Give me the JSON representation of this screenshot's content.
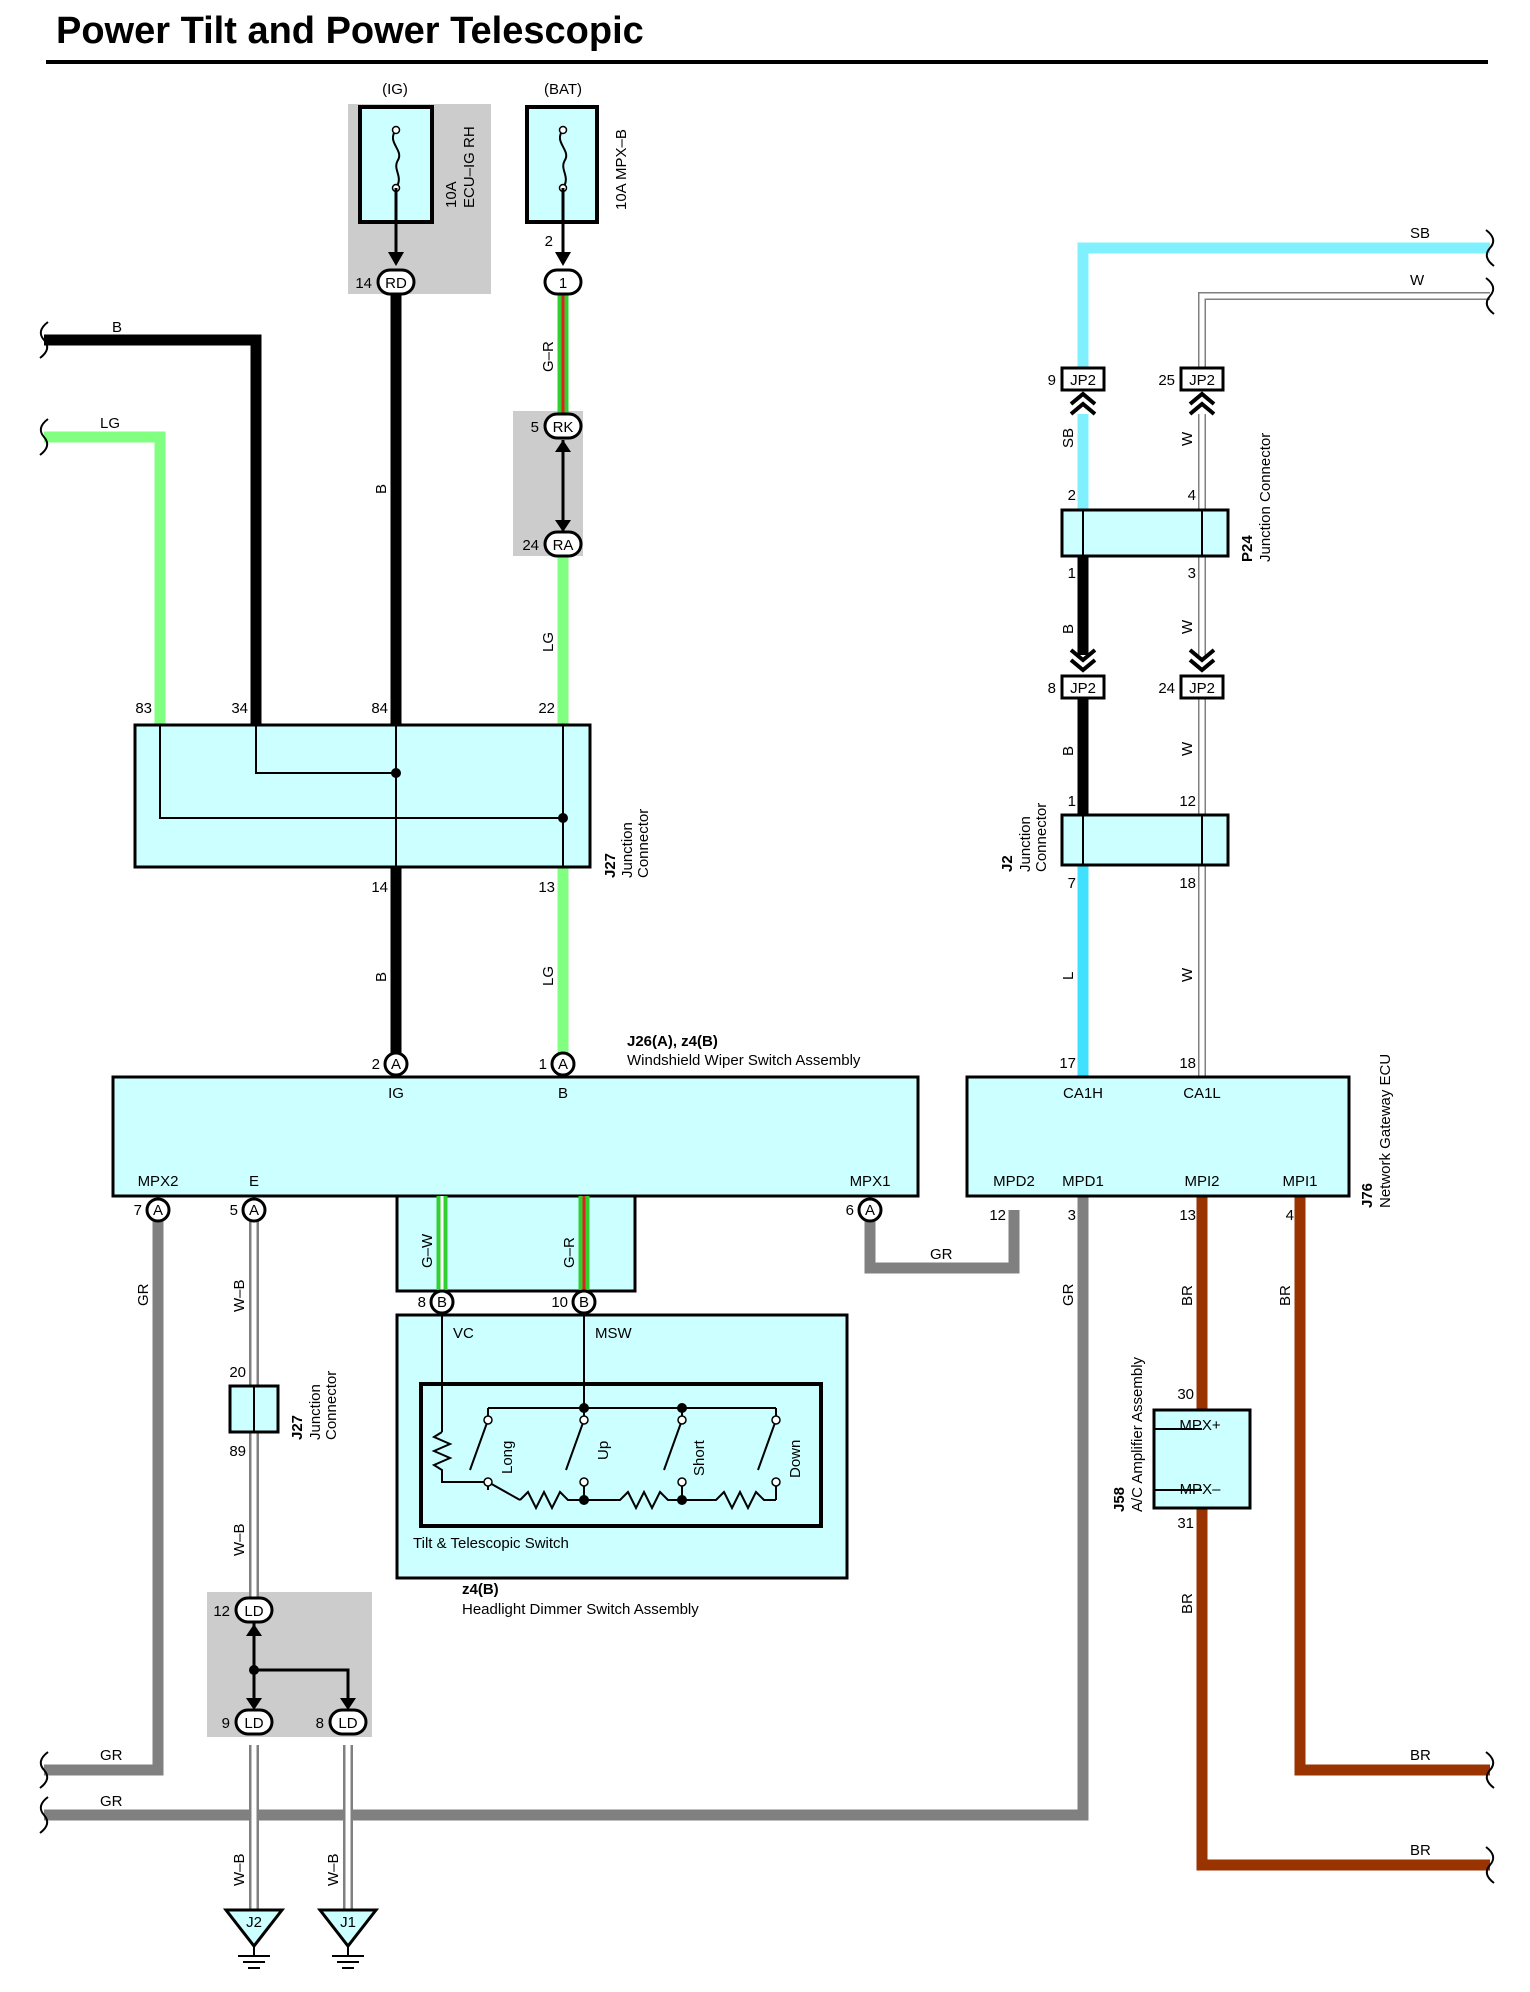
{
  "title": "Power Tilt and Power Telescopic",
  "colors": {
    "box_fill": "#ccffff",
    "shade": "#cccccc",
    "wire_B": "#000000",
    "wire_LG": "#80ff80",
    "wire_SB": "#80f0ff",
    "wire_L": "#40e0ff",
    "wire_GR": "#808080",
    "wire_BR": "#993300",
    "wire_G": "#30d030",
    "wire_R": "#e02020",
    "wire_W": "#ffffff"
  },
  "fuses": [
    {
      "source": "(IG)",
      "name": "10A",
      "name2": "ECU–IG RH",
      "pin": "14",
      "connector": "RD"
    },
    {
      "source": "(BAT)",
      "name": "10A MPX–B",
      "pin_top": "2",
      "pin": "1"
    }
  ],
  "wire_labels": {
    "B": "B",
    "LG": "LG",
    "GR": "GR",
    "SB": "SB",
    "W": "W",
    "L": "L",
    "BR": "BR",
    "G_R": "G–R",
    "G_W": "G–W",
    "W_B": "W–B"
  },
  "connectors": {
    "RK": {
      "pin": "5",
      "code": "RK"
    },
    "RA": {
      "pin": "24",
      "code": "RA"
    },
    "JP2": "JP2",
    "LD": "LD",
    "A": "A",
    "B": "B",
    "J2": "J2",
    "J1": "J1"
  },
  "j27_top": {
    "code": "J27",
    "name1": "Junction",
    "name2": "Connector",
    "pins_top": [
      "83",
      "34",
      "84",
      "22"
    ],
    "pins_bottom": [
      "14",
      "13"
    ]
  },
  "j2": {
    "code": "J2",
    "name1": "Junction",
    "name2": "Connector",
    "pins_top": [
      "1",
      "12"
    ],
    "pins_bottom": [
      "7",
      "18"
    ]
  },
  "p24": {
    "code": "P24",
    "name": "Junction Connector",
    "pins_top": [
      "2",
      "4"
    ],
    "pins_bottom": [
      "1",
      "3"
    ]
  },
  "jp2_pins": {
    "sb": "9",
    "w": "25",
    "b": "8",
    "w2": "24"
  },
  "wiper": {
    "code": "J26(A), z4(B)",
    "name": "Windshield Wiper Switch Assembly",
    "pins_top": [
      {
        "num": "2",
        "conn": "A",
        "label": "IG"
      },
      {
        "num": "1",
        "conn": "A",
        "label": "B"
      }
    ],
    "pins_bottom": [
      {
        "num": "7",
        "conn": "A",
        "label": "MPX2"
      },
      {
        "num": "5",
        "conn": "A",
        "label": "E"
      },
      {
        "num": "6",
        "conn": "A",
        "label": "MPX1"
      }
    ]
  },
  "gateway": {
    "code": "J76",
    "name": "Network Gateway ECU",
    "pins_top": [
      {
        "num": "17",
        "label": "CA1H"
      },
      {
        "num": "18",
        "label": "CA1L"
      }
    ],
    "pins_bottom": [
      {
        "num": "12",
        "label": "MPD2"
      },
      {
        "num": "3",
        "label": "MPD1"
      },
      {
        "num": "13",
        "label": "MPI2"
      },
      {
        "num": "4",
        "label": "MPI1"
      }
    ]
  },
  "tilt": {
    "pins": [
      {
        "num": "8",
        "conn": "B",
        "label": "VC"
      },
      {
        "num": "10",
        "conn": "B",
        "label": "MSW"
      }
    ],
    "switches": [
      "Long",
      "Up",
      "Short",
      "Down"
    ],
    "inner_label": "Tilt & Telescopic Switch",
    "code": "z4(B)",
    "name": "Headlight Dimmer Switch Assembly"
  },
  "j27_bottom": {
    "code": "J27",
    "name1": "Junction",
    "name2": "Connector",
    "pin_top": "20",
    "pin_bottom": "89"
  },
  "ld_pins": {
    "top": "12",
    "left": "9",
    "right": "8"
  },
  "amp": {
    "code": "J58",
    "name": "A/C Amplifier Assembly",
    "pins": [
      {
        "num": "30",
        "label": "MPX+"
      },
      {
        "num": "31",
        "label": "MPX–"
      }
    ]
  }
}
